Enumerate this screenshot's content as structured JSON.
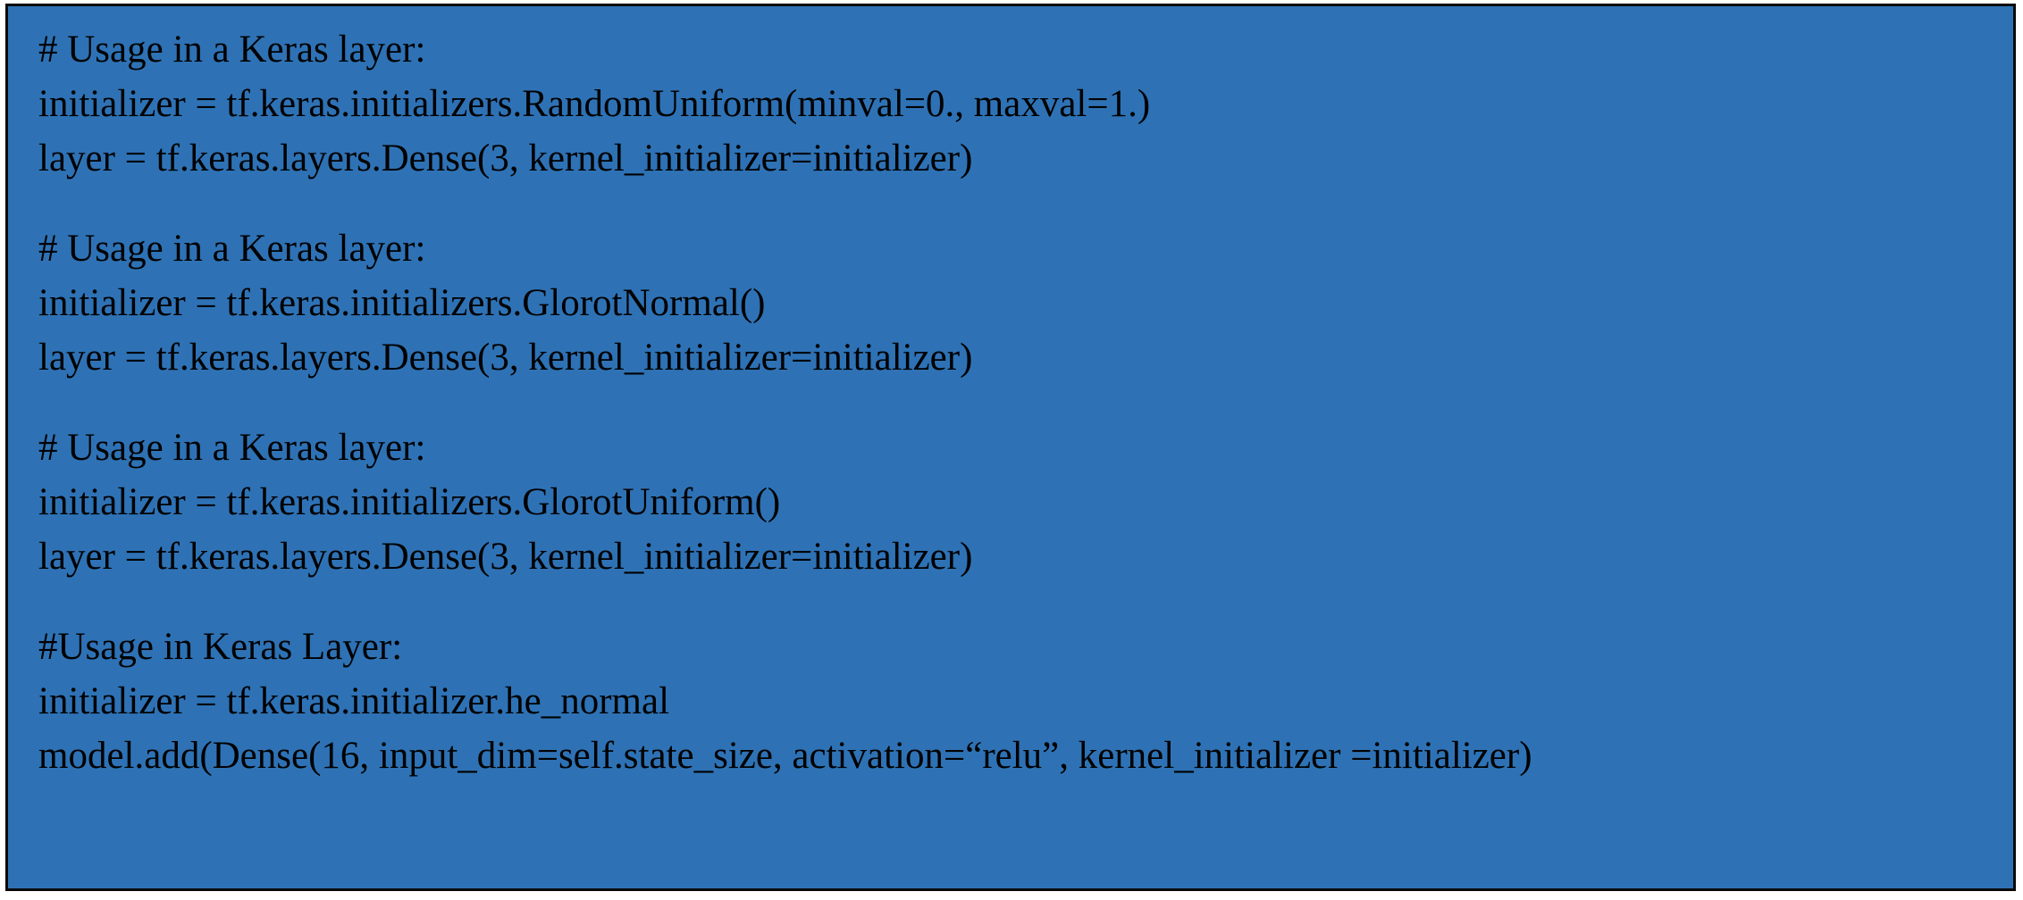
{
  "code_box": {
    "background_color": "#2e72b5",
    "border_color": "#0a0a0a",
    "text_color": "#000000",
    "blocks": [
      {
        "lines": [
          "# Usage in a Keras layer:",
          "initializer = tf.keras.initializers.RandomUniform(minval=0., maxval=1.)",
          "layer = tf.keras.layers.Dense(3, kernel_initializer=initializer)"
        ]
      },
      {
        "lines": [
          "# Usage in a Keras layer:",
          "initializer = tf.keras.initializers.GlorotNormal()",
          "layer = tf.keras.layers.Dense(3, kernel_initializer=initializer)"
        ]
      },
      {
        "lines": [
          "# Usage in a Keras layer:",
          "initializer = tf.keras.initializers.GlorotUniform()",
          "layer = tf.keras.layers.Dense(3, kernel_initializer=initializer)"
        ]
      },
      {
        "lines": [
          "#Usage in Keras Layer:",
          "initializer = tf.keras.initializer.he_normal",
          "model.add(Dense(16, input_dim=self.state_size, activation=“relu”, kernel_initializer =initializer)"
        ]
      }
    ]
  }
}
